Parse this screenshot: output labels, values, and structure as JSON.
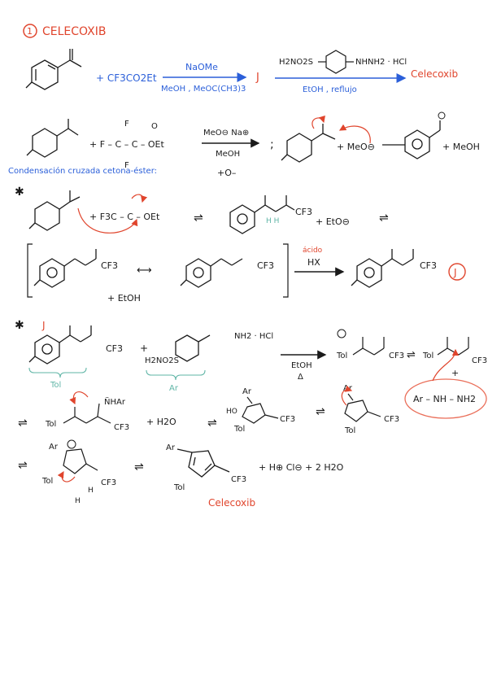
{
  "title": "CELECOXIB",
  "title_number": "1",
  "colors": {
    "ink": "#1a1a1a",
    "blue": "#2b5fd9",
    "red": "#e0452d",
    "teal": "#5fb5a6",
    "salmon": "#ea6f5a"
  },
  "step1": {
    "reagent_left": "+ CF3CO2Et",
    "arrow1_top": "NaOMe",
    "arrow1_bottom": "MeOH , MeOC(CH3)3",
    "intermediate": "J",
    "arrow2_top_left": "H2NO2S",
    "arrow2_top_right": "NHNH2 · HCl",
    "arrow2_bottom": "EtOH , reflujo",
    "product": "Celecoxib"
  },
  "step2": {
    "ester": "+ F – C – C – OEt",
    "ester_top": "F",
    "ester_bottom": "F",
    "ester_o": "O",
    "arrow_top": "MeO⊖ Na⊕",
    "arrow_bottom": "MeOH",
    "tbu": "+O–",
    "semicolon": ";",
    "base": "+ MeO⊖",
    "product_right": "+ MeOH",
    "note": "Condensación cruzada cetona-éster:"
  },
  "step3": {
    "reagent": "+ F3C – C – OEt",
    "product_plus": "+ EtO⊖",
    "cf3": "CF3",
    "h_labels": "H  H"
  },
  "step4": {
    "etoh": "+ EtOH",
    "acid_label": "ácido",
    "acid_reagent": "HX",
    "cf3": "CF3",
    "intermediate": "J"
  },
  "step5": {
    "tol_label": "Tol",
    "ar_label": "Ar",
    "sulfonamide": "H2NO2S",
    "hydrazine": "NH2 · HCl",
    "cond_top": "EtOH",
    "cond_bottom": "Δ",
    "cf3": "CF3",
    "amine": "Ar – NH – NH2",
    "tol": "Tol"
  },
  "step6": {
    "n_ar": "N̈HAr",
    "water": "+ H2O",
    "ho": "HO",
    "ar": "Ar",
    "cf3": "CF3",
    "tol": "Tol"
  },
  "step7": {
    "ar": "Ar",
    "h": "H",
    "cf3": "CF3",
    "tol": "Tol",
    "byproducts": "+ H⊕ Cl⊖ + 2 H2O",
    "product": "Celecoxib"
  }
}
